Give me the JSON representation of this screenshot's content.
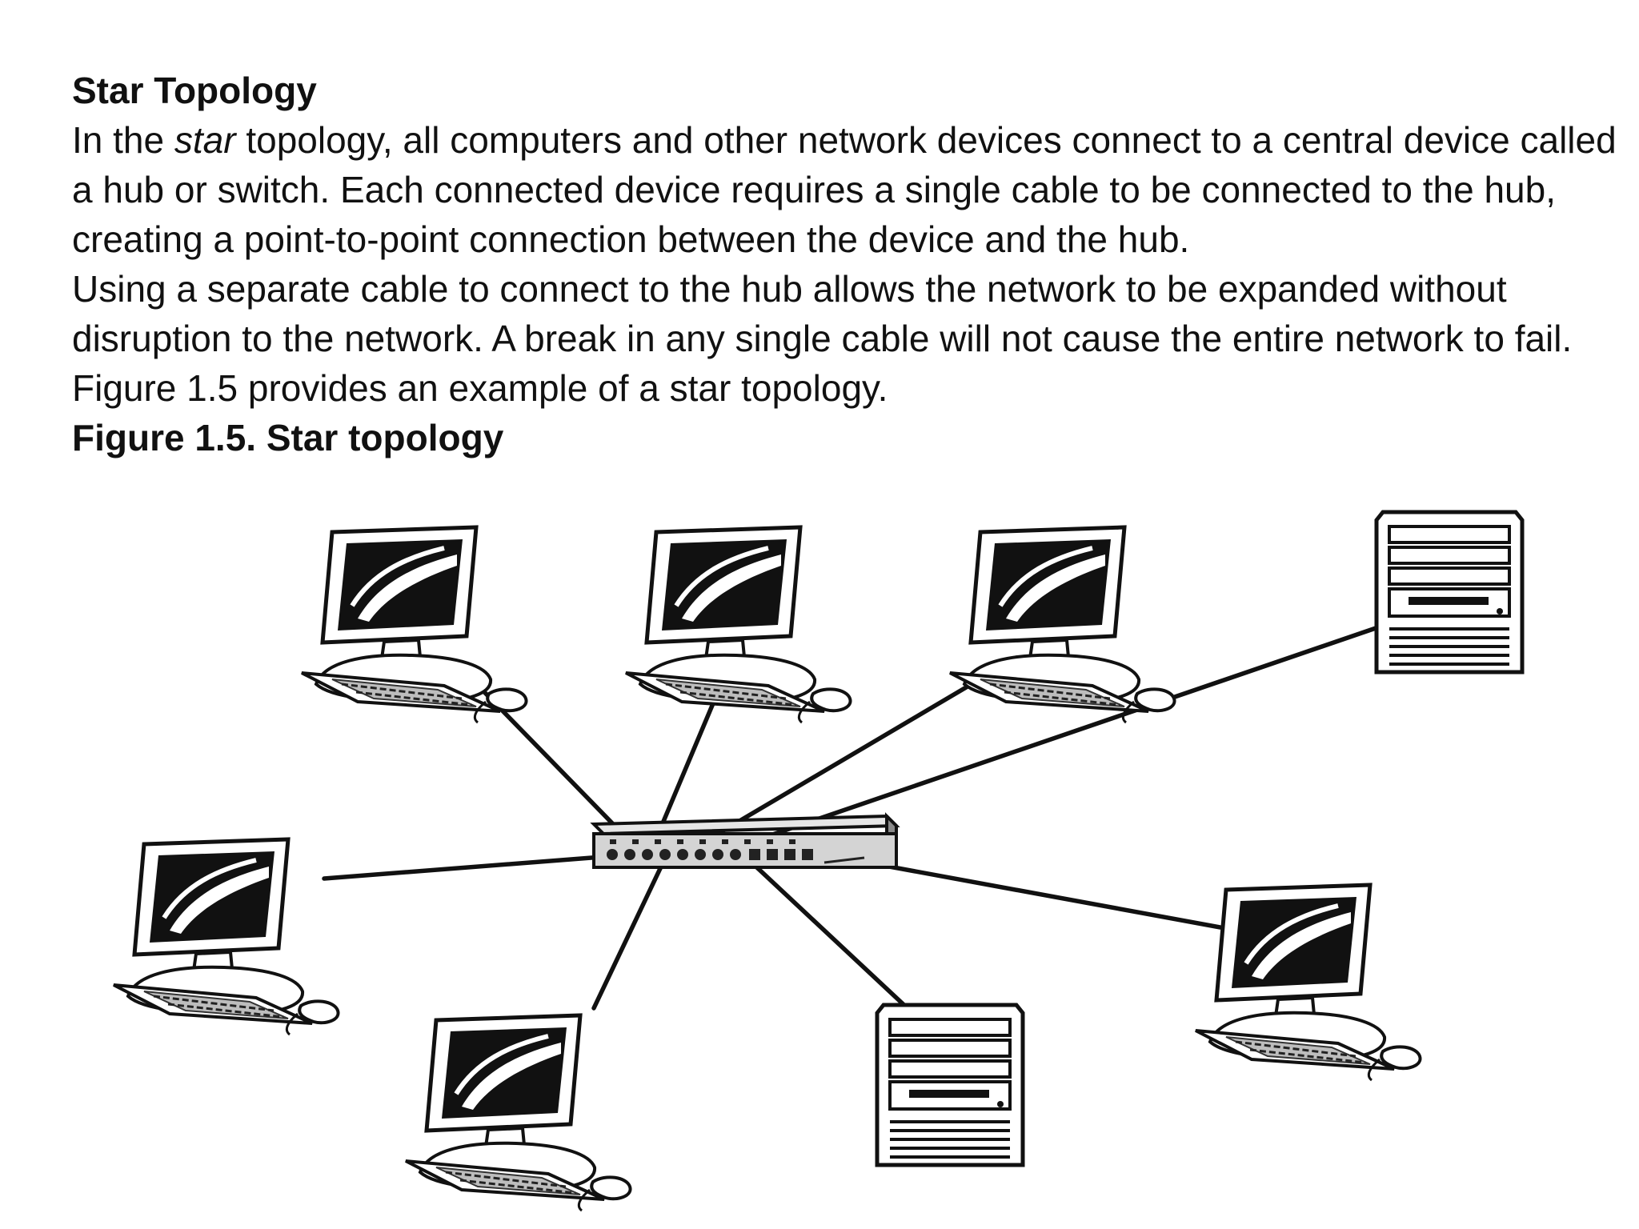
{
  "slide": {
    "title": "Star Topology",
    "para1": {
      "before": "In the ",
      "emphasis": "star",
      "after": " topology, all computers and other network devices connect to a central device called a hub or switch. Each connected device requires a single cable to be connected to the hub, creating a point-to-point connection between the device and the hub."
    },
    "para2": "Using a separate cable to connect to the hub allows the network to be expanded without disruption to the network. A break in any single cable will not cause the entire network to fail. Figure 1.5 provides an example of a star topology.",
    "figure_caption": "Figure 1.5. Star topology"
  },
  "diagram": {
    "center_device": "hub-switch-icon",
    "devices": [
      {
        "name": "workstation-top-left",
        "icon": "workstation-icon"
      },
      {
        "name": "workstation-top-center",
        "icon": "workstation-icon"
      },
      {
        "name": "workstation-top-right",
        "icon": "workstation-icon"
      },
      {
        "name": "server-top-right",
        "icon": "server-icon"
      },
      {
        "name": "workstation-left",
        "icon": "workstation-icon"
      },
      {
        "name": "workstation-bottom-left",
        "icon": "workstation-icon"
      },
      {
        "name": "server-bottom-center",
        "icon": "server-icon"
      },
      {
        "name": "workstation-right",
        "icon": "workstation-icon"
      }
    ]
  }
}
